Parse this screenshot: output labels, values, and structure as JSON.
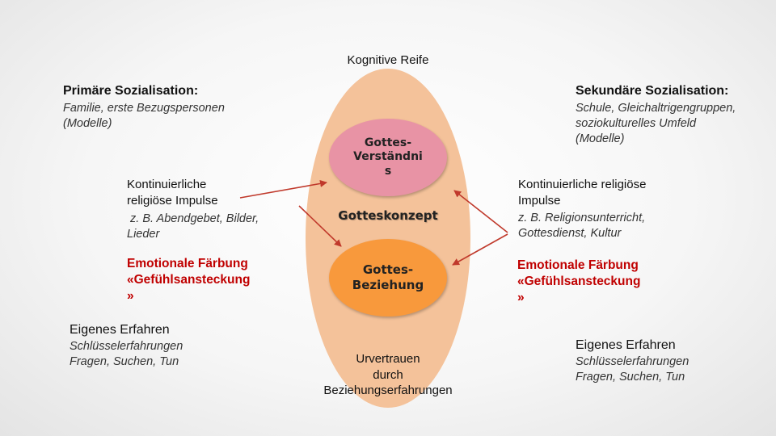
{
  "colors": {
    "outer_oval": "#f4c29a",
    "gottes_verstaendnis_oval": "#e893a5",
    "gottes_beziehung_oval": "#f8993c",
    "arrow": "#c0392b",
    "emotional_text": "#c00000"
  },
  "top": {
    "title": "Kognitive Reife"
  },
  "left": {
    "heading": "Primäre Sozialisation:",
    "heading_detail": [
      "Familie, erste Bezugspersonen",
      "(Modelle)"
    ],
    "impulse_title": [
      "Kontinuierliche",
      "religiöse Impulse"
    ],
    "impulse_examples": [
      " z. B. Abendgebet, Bilder,",
      "Lieder"
    ],
    "emotional": [
      "Emotionale Färbung",
      "«Gefühlsansteckung",
      "»"
    ],
    "experience_title": "Eigenes Erfahren",
    "experience_detail": [
      "Schlüsselerfahrungen",
      "Fragen, Suchen, Tun"
    ]
  },
  "center": {
    "verstaendnis": [
      "Gottes-",
      "Verständni",
      "s"
    ],
    "konzept": "Gotteskonzept",
    "beziehung": [
      "Gottes-",
      "Beziehung"
    ],
    "bottom": [
      "Urvertrauen",
      "durch",
      "Beziehungserfahrungen"
    ]
  },
  "right": {
    "heading": "Sekundäre Sozialisation:",
    "heading_detail": [
      "Schule, Gleichaltrigengruppen,",
      "soziokulturelles Umfeld",
      "(Modelle)"
    ],
    "impulse_title": [
      "Kontinuierliche religiöse",
      "Impulse"
    ],
    "impulse_examples": [
      "z. B. Religionsunterricht,",
      "Gottesdienst, Kultur"
    ],
    "emotional": [
      "Emotionale Färbung",
      "«Gefühlsansteckung",
      "»"
    ],
    "experience_title": "Eigenes Erfahren",
    "experience_detail": [
      "Schlüsselerfahrungen",
      "Fragen, Suchen, Tun"
    ]
  }
}
